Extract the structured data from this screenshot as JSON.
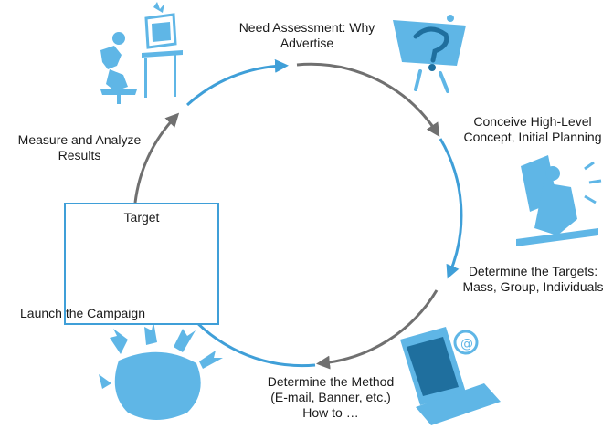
{
  "steps": {
    "need": [
      "Need Assessment: Why",
      "Advertise"
    ],
    "conceive": [
      "Conceive High-Level",
      "Concept, Initial Planning"
    ],
    "targets": [
      "Determine the Targets:",
      "Mass, Group, Individuals"
    ],
    "method": [
      "Determine the Method",
      "(E-mail, Banner, etc.)",
      "How to …"
    ],
    "launch": [
      "Launch the Campaign"
    ],
    "measure": [
      "Measure and Analyze",
      "Results"
    ]
  },
  "target_box": {
    "title": "Target"
  },
  "colors": {
    "blue": "#3f9fd8",
    "gray": "#707070",
    "light_blue": "#6cc0ec",
    "box_border": "#3f9fd8"
  },
  "icons": [
    "person-at-computer-icon",
    "question-mark-figure-icon",
    "presenter-with-board-icon",
    "laptop-email-icon",
    "people-crowd-arrows-icon",
    "target-runner-icon"
  ]
}
